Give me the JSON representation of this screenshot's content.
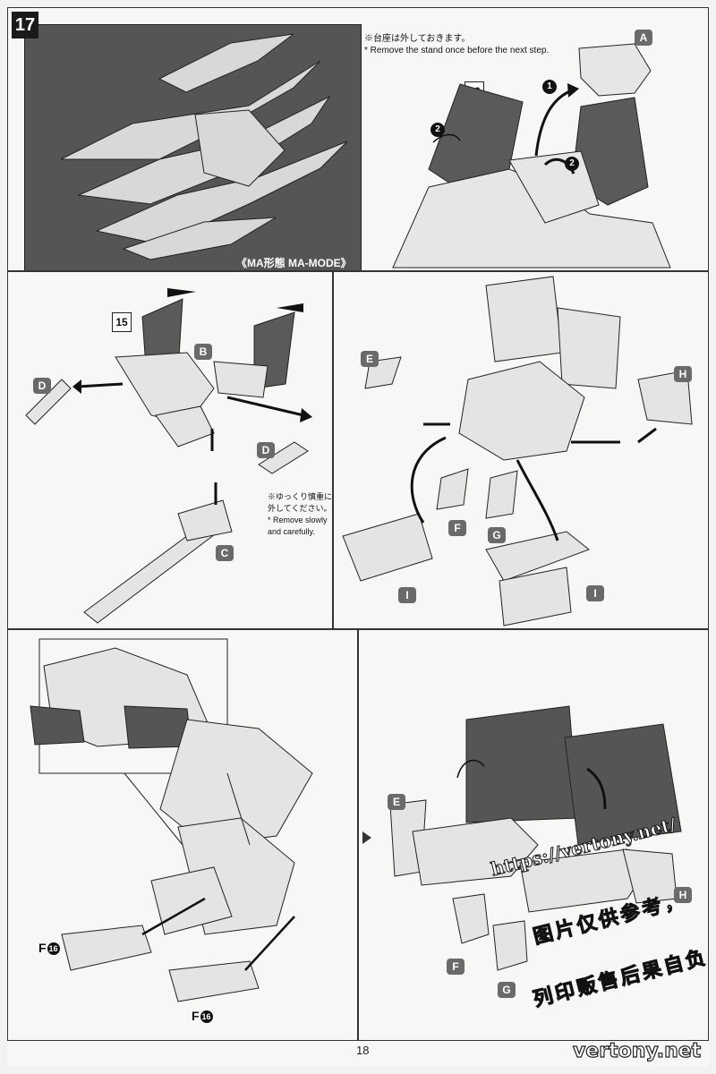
{
  "step": {
    "number": "17"
  },
  "mode_label": "《MA形態 MA-MODE》",
  "notes": {
    "remove_stand_jp": "※台座は外しておきます。",
    "remove_stand_en": "* Remove the stand once before the next step.",
    "remove_slowly_jp": "※ゆっくり慎重に外してください。",
    "remove_slowly_en": "* Remove slowly and carefully."
  },
  "substeps": {
    "s16": "16",
    "s15": "15"
  },
  "sequence": {
    "one": "1",
    "two": "2"
  },
  "parts": {
    "A": "A",
    "B": "B",
    "C": "C",
    "D": "D",
    "E": "E",
    "F": "F",
    "G": "G",
    "H": "H",
    "I": "I"
  },
  "part_refs": {
    "f16": "F",
    "f16_num": "16"
  },
  "page_number": "18",
  "watermark": {
    "url": "https://vertony.net/",
    "line1": "图片仅供参考，",
    "line2": "列印贩售后果自负",
    "footer": "vertony.net"
  },
  "colors": {
    "dark_panel": "#555555",
    "badge": "#6a6a6a",
    "dark_part": "#444444"
  }
}
